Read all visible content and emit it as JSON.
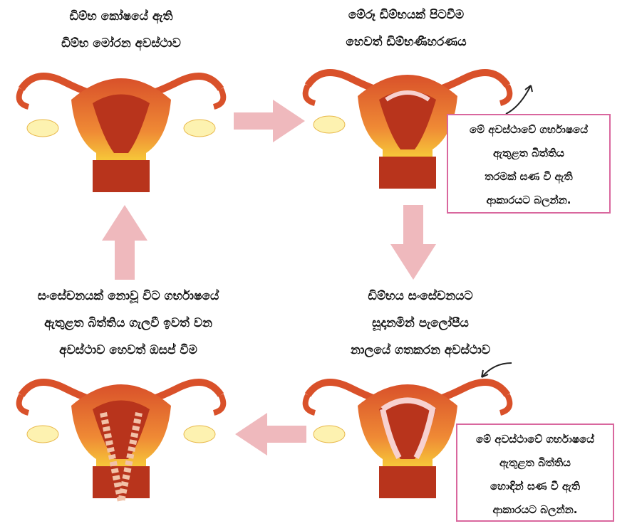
{
  "stages": [
    {
      "caption": [
        "ඩිම්භ කෝෂයේ ඇති",
        "ඩිම්භ මෝරන අවස්ථාව"
      ]
    },
    {
      "caption": [
        "මේරූ ඩිම්භයක් පිටවීම",
        "හෙවත් ඩිම්භණීහරණය"
      ],
      "note": [
        "මේ අවස්ථාවේ ගර්භාෂයේ",
        "ඇතුළත බිත්තිය",
        "තරමක් ඝණ වී ඇති",
        "ආකාරයට බලන්න."
      ]
    },
    {
      "caption": [
        "ඩිම්භය සංසේචනයට",
        "සූදානමින් පැලෝපීය",
        "නාලයේ ගතකරන අවස්ථාව"
      ],
      "note": [
        "මේ අවස්ථාවේ ගර්භාෂයේ",
        "ඇතුළත බිත්තිය",
        "හොඳින් ඝණ වී ඇති",
        "ආකාරයට බලන්න."
      ]
    },
    {
      "caption": [
        "සංසේචනයක් නොවූ විට ගර්භාෂයේ",
        "ඇතුළත බිත්තිය ගැලවී ඉවත් වන",
        "අවස්ථාව හෙවත් ඔසප් වීම"
      ]
    }
  ],
  "colors": {
    "arrow": "#efb9bd",
    "box_border": "#d9679e",
    "uterus": "#e0602e",
    "lining": "#f7d1cf",
    "yellow": "#f8d63a"
  }
}
